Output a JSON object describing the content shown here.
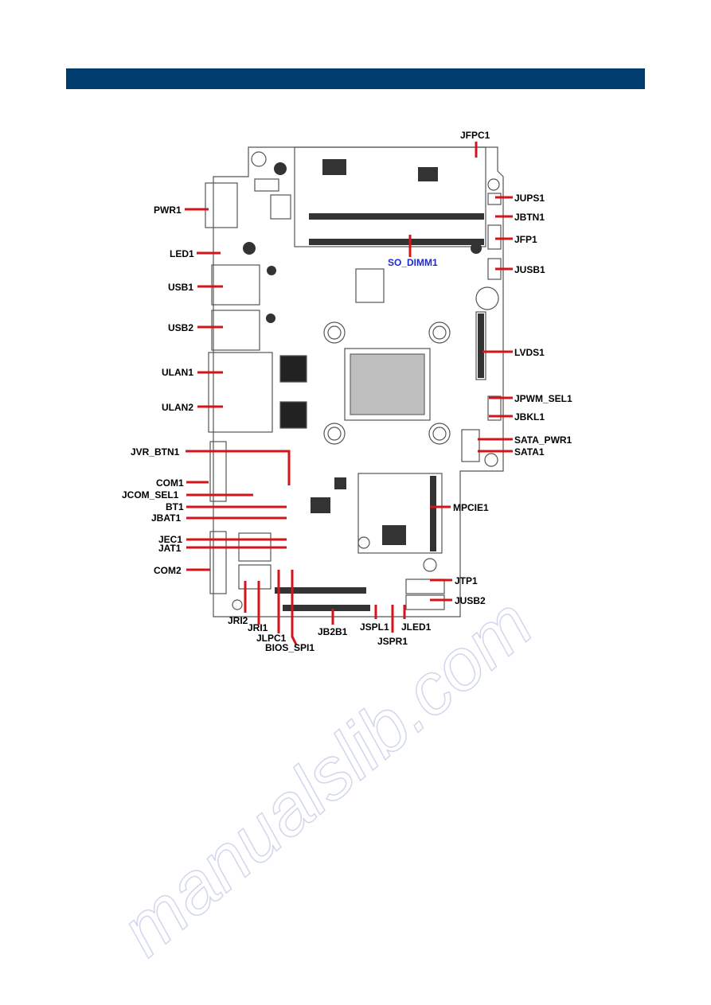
{
  "header": {
    "color": "#003d6e"
  },
  "watermark": {
    "text": "manualslib.com",
    "color": "#c8cde8"
  },
  "colors": {
    "leader": "#d4141b",
    "board_line": "#555555",
    "blue_label": "#1e2bc4"
  },
  "board": {
    "title": "SO_DIMM1",
    "labels": {
      "JFPC1": "JFPC1",
      "PWR1": "PWR1",
      "LED1": "LED1",
      "USB1": "USB1",
      "USB2": "USB2",
      "ULAN1": "ULAN1",
      "ULAN2": "ULAN2",
      "JVR_BTN1": "JVR_BTN1",
      "COM1": "COM1",
      "JCOM_SEL1": "JCOM_SEL1",
      "BT1": "BT1",
      "JBAT1": "JBAT1",
      "JEC1": "JEC1",
      "JAT1": "JAT1",
      "COM2": "COM2",
      "JRI2": "JRI2",
      "JRI1": "JRI1",
      "JLPC1": "JLPC1",
      "BIOS_SPI1": "BIOS_SPI1",
      "JB2B1": "JB2B1",
      "JSPL1": "JSPL1",
      "JSPR1": "JSPR1",
      "JLED1": "JLED1",
      "JUPS1": "JUPS1",
      "JBTN1": "JBTN1",
      "JFP1": "JFP1",
      "JUSB1": "JUSB1",
      "LVDS1": "LVDS1",
      "JPWM_SEL1": "JPWM_SEL1",
      "JBKL1": "JBKL1",
      "SATA_PWR1": "SATA_PWR1",
      "SATA1": "SATA1",
      "MPCIE1": "MPCIE1",
      "JTP1": "JTP1",
      "JUSB2": "JUSB2"
    }
  }
}
